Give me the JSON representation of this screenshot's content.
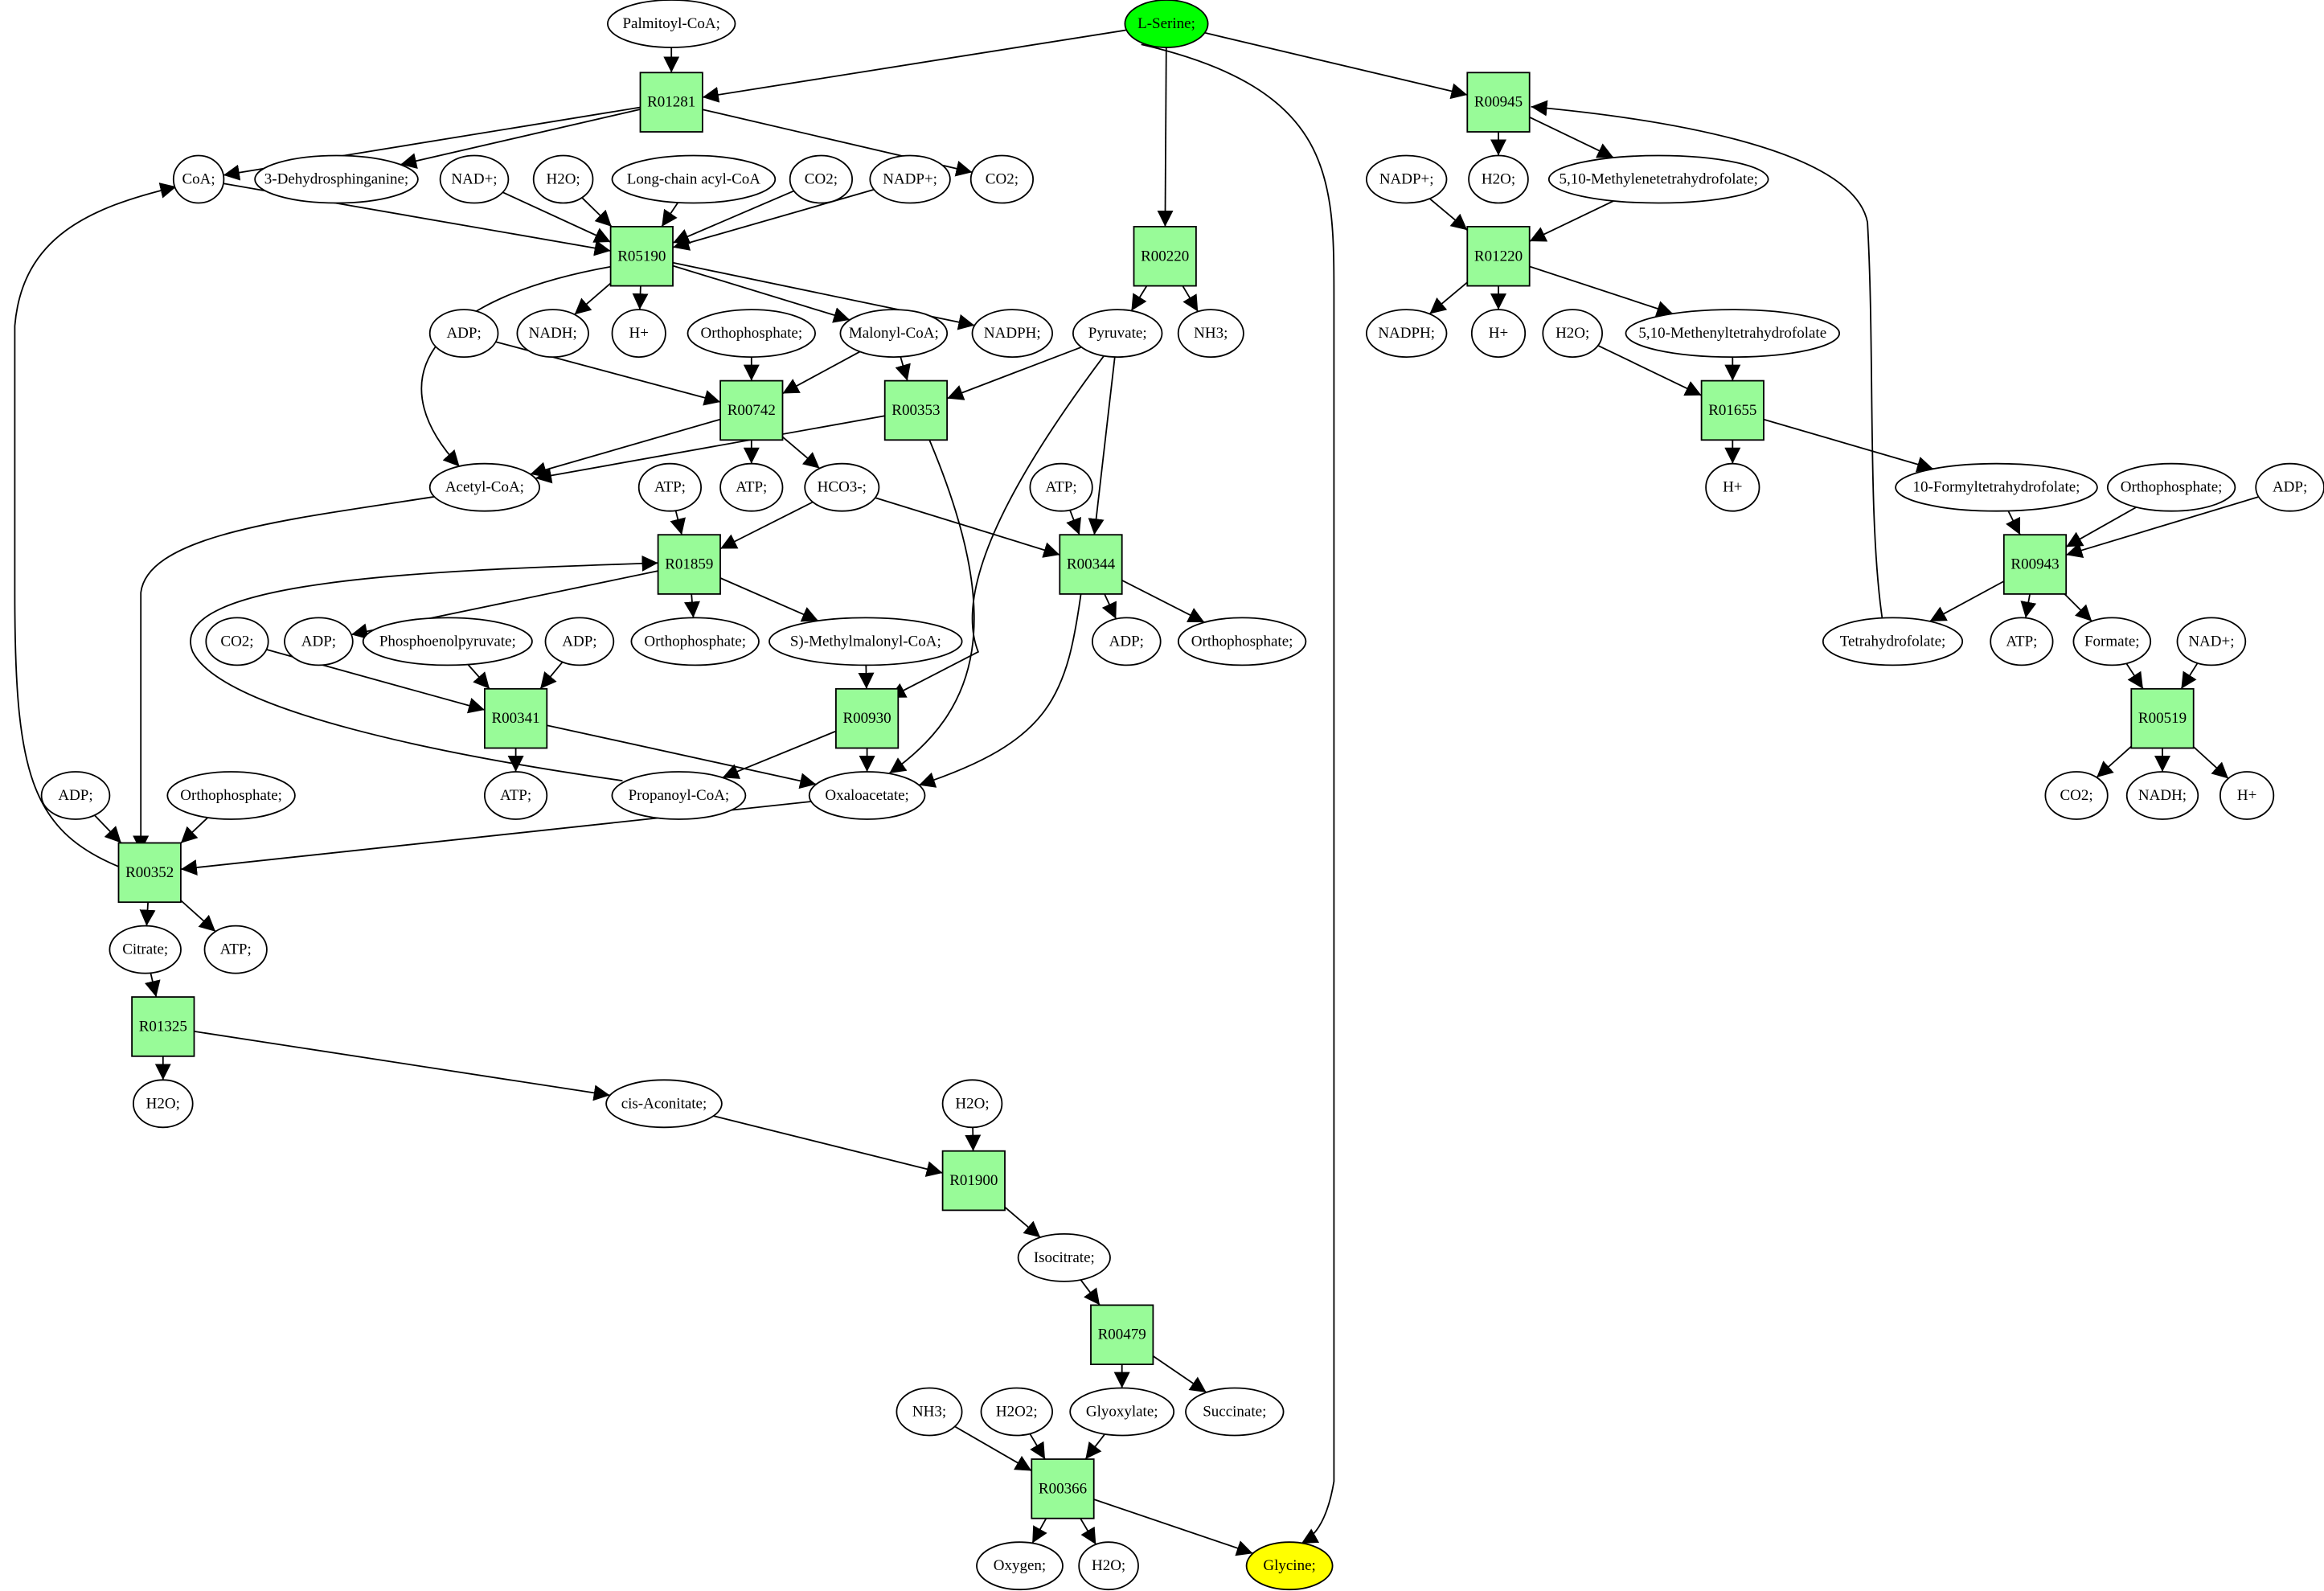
{
  "colors": {
    "reaction_fill": "#98fb98",
    "start_fill": "#00ff00",
    "target_fill": "#ffff00",
    "metabolite_fill": "#ffffff",
    "stroke": "#000000"
  },
  "reactions": {
    "R01281": "R01281",
    "R05190": "R05190",
    "R00220": "R00220",
    "R00945": "R00945",
    "R01220": "R01220",
    "R00742": "R00742",
    "R00353": "R00353",
    "R01655": "R01655",
    "R01859": "R01859",
    "R00344": "R00344",
    "R00943": "R00943",
    "R00341": "R00341",
    "R00930": "R00930",
    "R00519": "R00519",
    "R00352": "R00352",
    "R01325": "R01325",
    "R01900": "R01900",
    "R00479": "R00479",
    "R00366": "R00366"
  },
  "metabolites": {
    "palmitoyl_coa": "Palmitoyl-CoA;",
    "l_serine": "L-Serine;",
    "coa": "CoA;",
    "dehydrosphinganine": "3-Dehydrosphinganine;",
    "nad_1": "NAD+;",
    "h2o_1": "H2O;",
    "long_chain_acyl_coa": "Long-chain acyl-CoA",
    "co2_1": "CO2;",
    "nadp_1": "NADP+;",
    "co2_2": "CO2;",
    "nadp_2": "NADP+;",
    "h2o_2": "H2O;",
    "methylenetetrahydrofolate": "5,10-Methylenetetrahydrofolate;",
    "adp_1": "ADP;",
    "nadh_1": "NADH;",
    "h_1": "H+",
    "orthophosphate_1": "Orthophosphate;",
    "malonyl_coa": "Malonyl-CoA;",
    "nadph_1": "NADPH;",
    "pyruvate": "Pyruvate;",
    "nh3_1": "NH3;",
    "nadph_2": "NADPH;",
    "h_2": "H+",
    "h2o_3": "H2O;",
    "methenyltetrahydrofolate": "5,10-Methenyltetrahydrofolate",
    "acetyl_coa": "Acetyl-CoA;",
    "atp_1": "ATP;",
    "atp_2": "ATP;",
    "hco3": "HCO3-;",
    "atp_3": "ATP;",
    "h_3": "H+",
    "formyltetrahydrofolate": "10-Formyltetrahydrofolate;",
    "orthophosphate_2": "Orthophosphate;",
    "adp_2": "ADP;",
    "co2_3": "CO2;",
    "adp_3": "ADP;",
    "phosphoenolpyruvate": "Phosphoenolpyruvate;",
    "adp_4": "ADP;",
    "orthophosphate_3": "Orthophosphate;",
    "methylmalonyl_coa": "S)-Methylmalonyl-CoA;",
    "adp_5": "ADP;",
    "orthophosphate_4": "Orthophosphate;",
    "tetrahydrofolate": "Tetrahydrofolate;",
    "atp_4": "ATP;",
    "formate": "Formate;",
    "nad_2": "NAD+;",
    "adp_6": "ADP;",
    "orthophosphate_5": "Orthophosphate;",
    "atp_5": "ATP;",
    "propanoyl_coa": "Propanoyl-CoA;",
    "oxaloacetate": "Oxaloacetate;",
    "co2_4": "CO2;",
    "nadh_2": "NADH;",
    "h_4": "H+",
    "citrate": "Citrate;",
    "atp_6": "ATP;",
    "h2o_4": "H2O;",
    "cis_aconitate": "cis-Aconitate;",
    "h2o_5": "H2O;",
    "isocitrate": "Isocitrate;",
    "nh3_2": "NH3;",
    "h2o2": "H2O2;",
    "glyoxylate": "Glyoxylate;",
    "succinate": "Succinate;",
    "oxygen": "Oxygen;",
    "h2o_6": "H2O;",
    "glycine": "Glycine;"
  }
}
